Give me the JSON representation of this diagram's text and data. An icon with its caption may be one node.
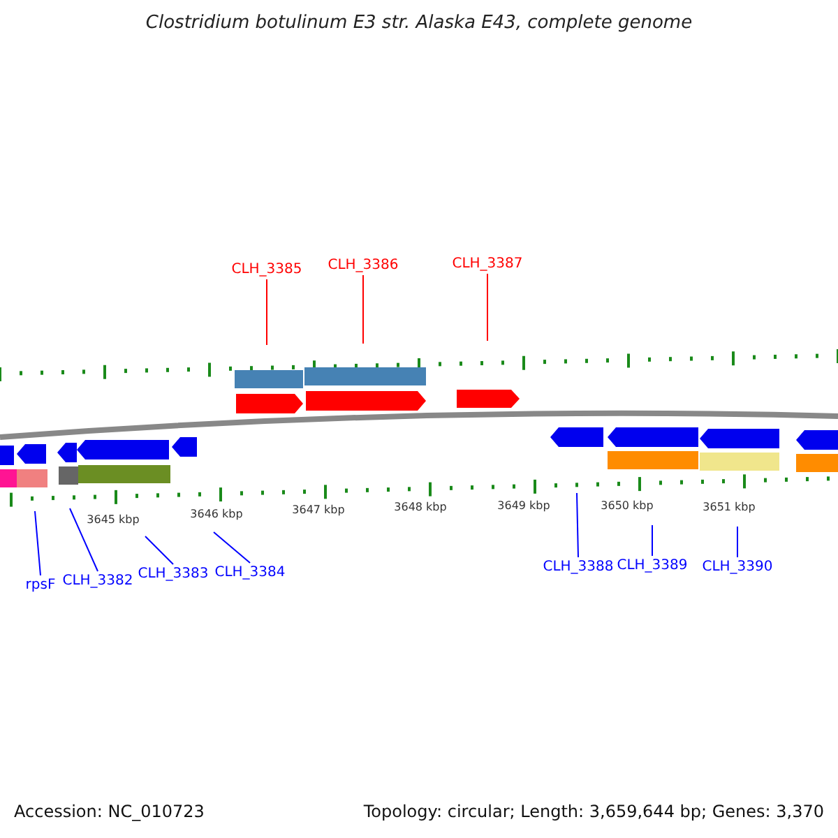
{
  "diagram": {
    "title": "Clostridium botulinum E3 str. Alaska E43, complete genome",
    "nodes": [
      {
        "text": [
          "CLH_3385"
        ]
      },
      {
        "text": [
          "CLH_3386"
        ]
      },
      {
        "text": [
          "CLH_3387"
        ]
      },
      {
        "text": [
          "rpsF"
        ]
      },
      {
        "text": [
          "CLH_3382"
        ]
      },
      {
        "text": [
          "CLH_3383"
        ]
      },
      {
        "text": [
          "CLH_3384"
        ]
      },
      {
        "text": [
          "CLH_3388"
        ]
      },
      {
        "text": [
          "CLH_3389"
        ]
      },
      {
        "text": [
          "CLH_3390"
        ]
      }
    ],
    "edges": [
      {
        "from": 0,
        "to": null,
        "arrow": "none",
        "color": "#ff0000"
      },
      {
        "from": 1,
        "to": null,
        "arrow": "none",
        "color": "#ff0000"
      },
      {
        "from": 2,
        "to": null,
        "arrow": "none",
        "color": "#ff0000"
      },
      {
        "from": 3,
        "to": null,
        "arrow": "none"
      },
      {
        "from": 4,
        "to": null,
        "arrow": "none"
      },
      {
        "from": 5,
        "to": null,
        "arrow": "none"
      },
      {
        "from": 6,
        "to": null,
        "arrow": "none"
      },
      {
        "from": 7,
        "to": null,
        "arrow": "none"
      },
      {
        "from": 8,
        "to": null,
        "arrow": "none"
      },
      {
        "from": 9,
        "to": null,
        "arrow": "none"
      }
    ],
    "labels": [
      "3645 kbp",
      "3646 kbp",
      "3647 kbp",
      "3648 kbp",
      "3649 kbp",
      "3650 kbp",
      "3651 kbp",
      "Accession: NC_010723",
      "Topology: circular; Length: 3,659,644 bp; Genes: 3,370"
    ]
  }
}
